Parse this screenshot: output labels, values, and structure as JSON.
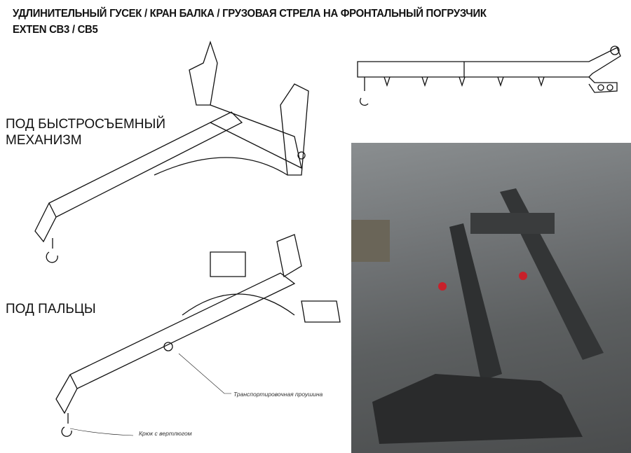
{
  "header": {
    "title_line1": "УДЛИНИТЕЛЬНЫЙ ГУСЕК / КРАН БАЛКА / ГРУЗОВАЯ СТРЕЛА НА ФРОНТАЛЬНЫЙ ПОГРУЗЧИК",
    "title_line2": "EXTEN CB3 / CB5"
  },
  "labels": {
    "quick_coupler_line1": "ПОД БЫСТРОСЪЕМНЫЙ",
    "quick_coupler_line2": "МЕХАНИЗМ",
    "pins": "ПОД ПАЛЬЦЫ"
  },
  "callouts": {
    "transport_eye": "Транспортировочная проушина",
    "hook": "Крюк с вертлюгом"
  },
  "colors": {
    "hook_red": "#c8202a"
  }
}
